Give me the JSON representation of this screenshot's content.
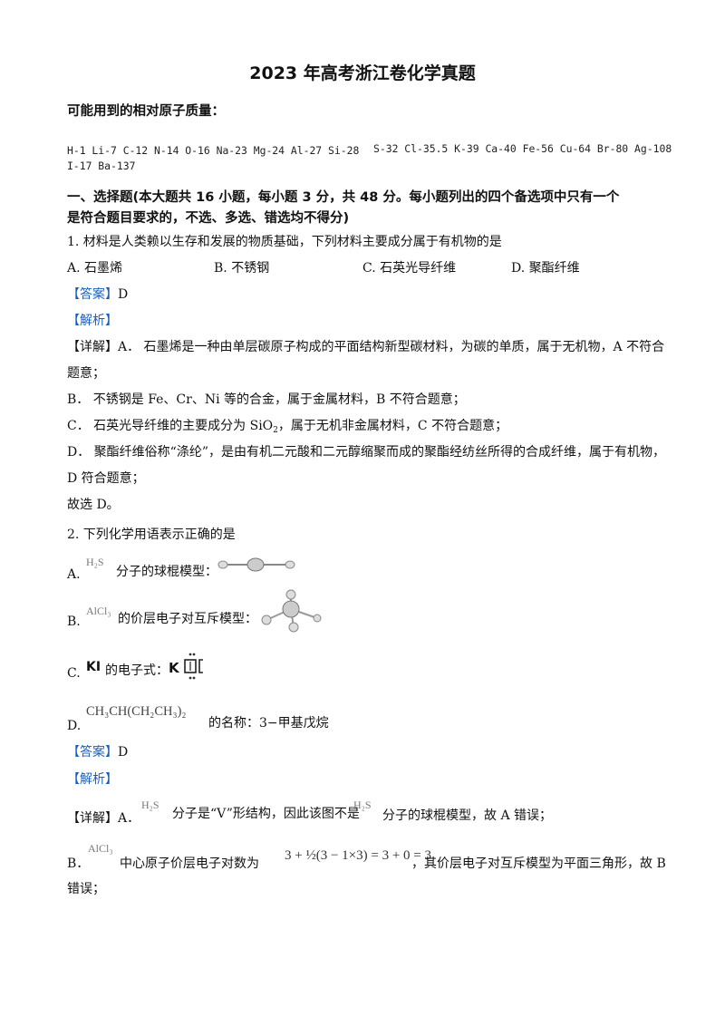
{
  "header": {
    "title": "2023  年高考浙江卷化学真题"
  },
  "masses": {
    "heading": "可能用到的相对原子质量：",
    "line1a": "H-1 Li-7 C-12 N-14 O-16 Na-23 Mg-24 Al-27 Si-28",
    "line1b": "S-32 Cl-35.5 K-39 Ca-40 Fe-56 Cu-64 Br-80 Ag-108",
    "line2": "I-17 Ba-137"
  },
  "section1": {
    "line1": "一、选择题(本大题共 16 小题，每小题 3 分，共 48 分。每小题列出的四个备选项中只有一个",
    "line2": "是符合题目要求的，不选、多选、错选均不得分)"
  },
  "q1": {
    "stem": "1. 材料是人类赖以生存和发展的物质基础，下列材料主要成分属于有机物的是",
    "options": [
      "A. 石墨烯",
      "B. 不锈钢",
      "C. 石英光导纤维",
      "D. 聚酯纤维"
    ],
    "answer_tag": "【答案】",
    "answer": "D",
    "analysis_tag": "【解析】",
    "detail_tag": "【详解】",
    "detail_a1": "A． 石墨烯是一种由单层碳原子构成的平面结构新型碳材料，为碳的单质，属于无机物，A 不符合",
    "detail_a2": "题意；",
    "detail_b": "B． 不锈钢是 Fe、Cr、Ni 等的合金，属于金属材料，B 不符合题意；",
    "detail_c_pre": "C． 石英光导纤维的主要成分为 SiO",
    "detail_c_sub": "2",
    "detail_c_post": "，属于无机非金属材料，C 不符合题意；",
    "detail_d1": "D． 聚酯纤维俗称“涤纶”，是由有机二元酸和二元醇缩聚而成的聚酯经纺丝所得的合成纤维，属于有机物，",
    "detail_d2": "D 符合题意；",
    "conclusion": "故选 D。"
  },
  "q2": {
    "stem": "2. 下列化学用语表示正确的是",
    "a_label": "A.",
    "a_formula": "H₂S",
    "a_text": "分子的球棍模型：",
    "b_label": "B.",
    "b_formula": "AlCl₃",
    "b_text": "的价层电子对互斥模型：",
    "c_label": "C.",
    "c_formula": "KI",
    "c_text": "的电子式：",
    "c_dot_formula": "K",
    "d_label": "D.",
    "d_formula": "CH₃CH(CH₂CH₃)₂",
    "d_text": "的名称：3−甲基戊烷",
    "answer_tag": "【答案】",
    "answer": "D",
    "analysis_tag": "【解析】",
    "detail_tag": "【详解】",
    "detail_a_pre": "A．",
    "detail_a_formula1": "H₂S",
    "detail_a_mid": "分子是“V”形结构，因此该图不是",
    "detail_a_formula2": "H₂S",
    "detail_a_post": "分子的球棍模型，故 A 错误；",
    "detail_b_label": "B．",
    "detail_b_formula": "AlCl₃",
    "detail_b_mid": "中心原子价层电子对数为",
    "detail_b_equation": "3 + ½(3 − 1×3) = 3 + 0 = 3",
    "detail_b_post": "，其价层电子对互斥模型为平面三角形，故 B",
    "detail_b_end": "错误；"
  }
}
